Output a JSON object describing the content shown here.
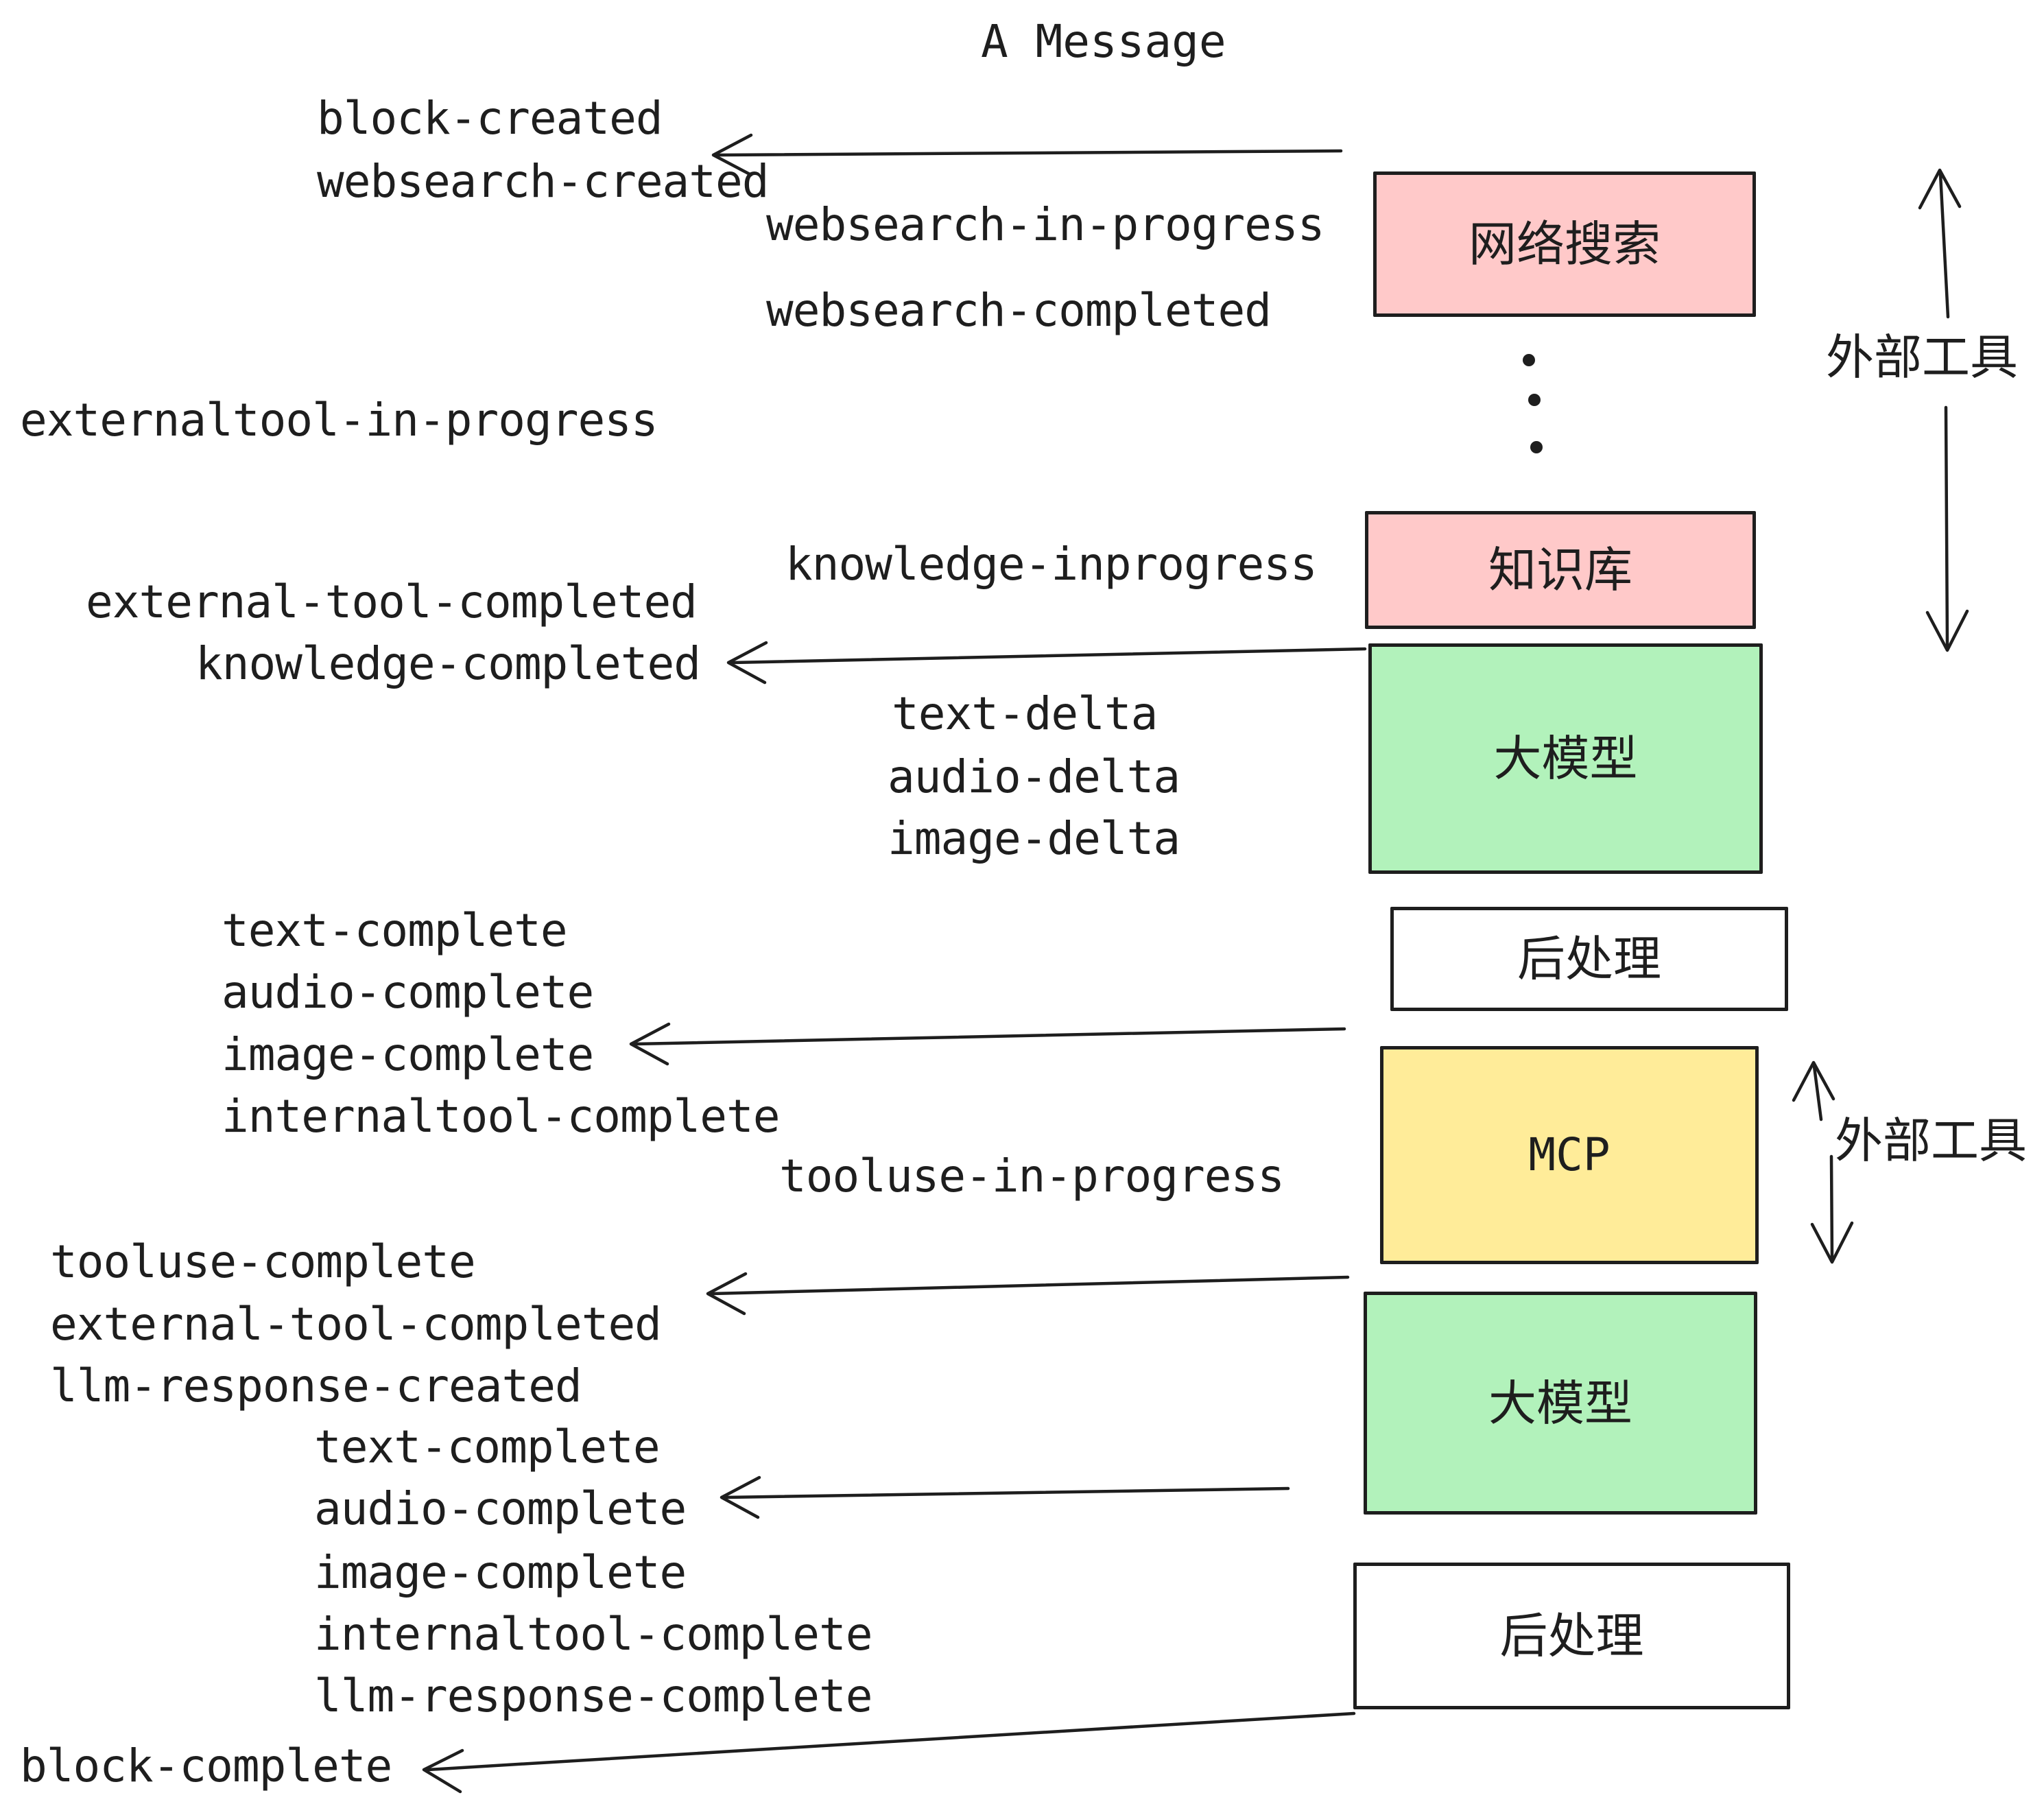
{
  "title": "A Message",
  "colors": {
    "stroke": "#1e1e1e",
    "box_pink": "#ffc9c9",
    "box_green": "#b2f2bb",
    "box_yellow": "#ffec99",
    "box_white": "#ffffff",
    "background": "#ffffff"
  },
  "boxes": {
    "websearch": {
      "label": "网络搜索",
      "color": "#ffc9c9"
    },
    "knowledge": {
      "label": "知识库",
      "color": "#ffc9c9"
    },
    "llm_top": {
      "label": "大模型",
      "color": "#b2f2bb"
    },
    "postprocess_top": {
      "label": "后处理",
      "color": "#ffffff"
    },
    "mcp": {
      "label": "MCP",
      "color": "#ffec99"
    },
    "llm_bottom": {
      "label": "大模型",
      "color": "#b2f2bb"
    },
    "postprocess_bottom": {
      "label": "后处理",
      "color": "#ffffff"
    }
  },
  "side_labels": {
    "external_tools_top": "外部工具",
    "external_tools_bottom": "外部工具"
  },
  "events": {
    "block_created": "block-created",
    "websearch_created": "websearch-created",
    "websearch_in_progress": "websearch-in-progress",
    "websearch_completed": "websearch-completed",
    "externaltool_in_progress": "externaltool-in-progress",
    "knowledge_inprogress": "knowledge-inprogress",
    "external_tool_completed_1": "external-tool-completed",
    "knowledge_completed": "knowledge-completed",
    "text_delta_1": "text-delta",
    "audio_delta_1": "audio-delta",
    "image_delta_1": "image-delta",
    "text_complete_1": "text-complete",
    "audio_complete_1": "audio-complete",
    "image_complete_1": "image-complete",
    "internaltool_complete_1": "internaltool-complete",
    "tooluse_in_progress": "tooluse-in-progress",
    "tooluse_complete": "tooluse-complete",
    "external_tool_completed_2": "external-tool-completed",
    "llm_response_created": "llm-response-created",
    "text_complete_2": "text-complete",
    "audio_complete_2": "audio-complete",
    "image_complete_2": "image-complete",
    "internaltool_complete_2": "internaltool-complete",
    "llm_response_complete": "llm-response-complete",
    "block_complete": "block-complete"
  }
}
